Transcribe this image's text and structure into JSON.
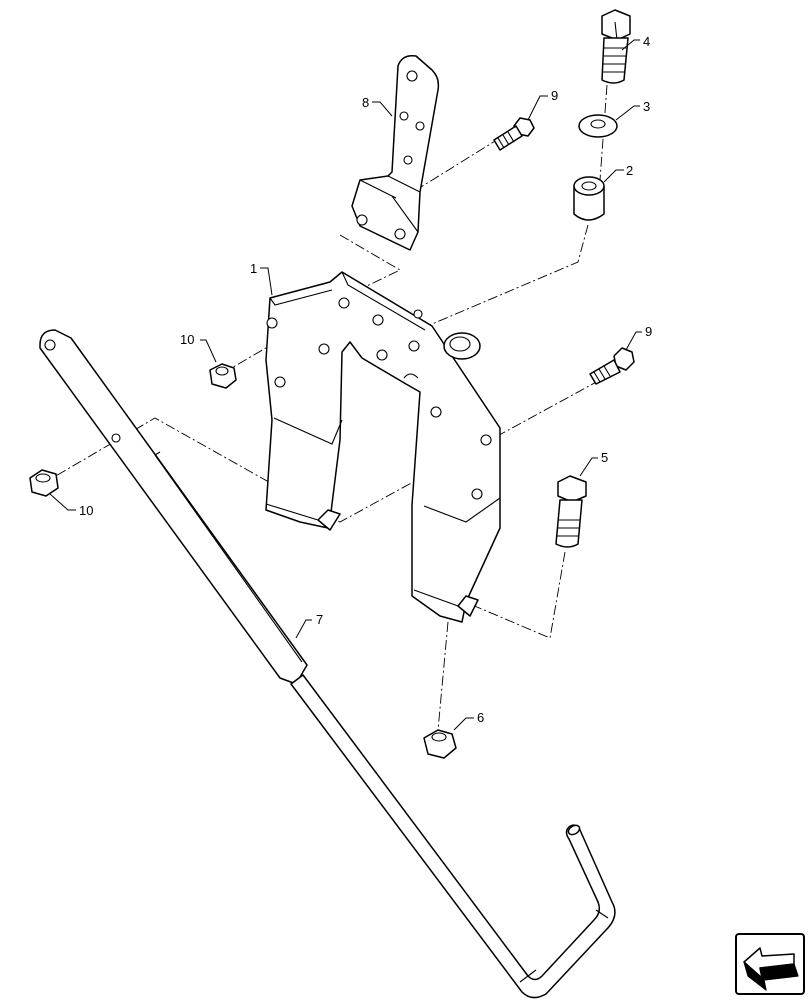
{
  "diagram": {
    "callouts": {
      "c1": "1",
      "c2": "2",
      "c3": "3",
      "c4": "4",
      "c5": "5",
      "c6": "6",
      "c7": "7",
      "c8": "8",
      "c9a": "9",
      "c9b": "9",
      "c10a": "10",
      "c10b": "10"
    },
    "nav_icon": "next-page-arrow-icon"
  }
}
